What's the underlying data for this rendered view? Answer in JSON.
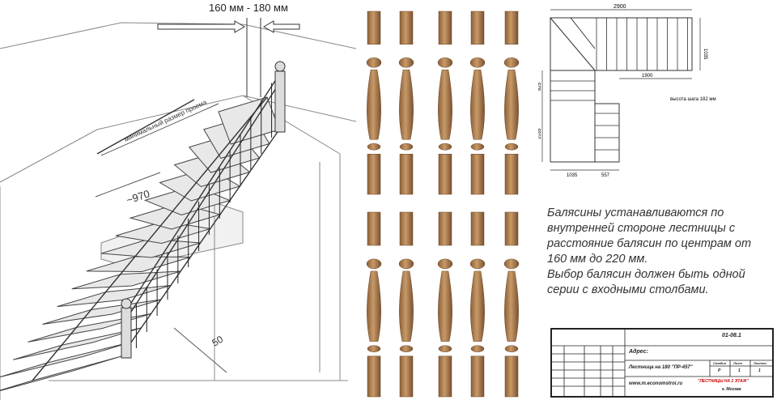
{
  "stair_diagram": {
    "gap_label": "160 мм - 180 мм",
    "min_clearance_label": "минимальный размер проема",
    "width_label": "~970",
    "bottom_label": "50"
  },
  "plan": {
    "top_width": "2900",
    "right_height": "1035",
    "mid_width": "1900",
    "left_height_top": "825",
    "left_height_bottom": "1035",
    "bottom_left": "1035",
    "bottom_right": "557",
    "step_height_note": "высота шага 182 мм"
  },
  "note": {
    "line1": "Балясины устанавливаются по внутренней стороне лестницы с расстояние балясин по центрам от 160 мм до 220 мм.",
    "line2": "Выбор балясин должен быть одной серии с входными столбами."
  },
  "title_block": {
    "code": "01-08.1",
    "address_label": "Адрес:",
    "product": "Лестница на 180 \"ПР-457\"",
    "website": "www.m.economstroi.ru",
    "company": "\"ЛЕСТНИЦЫ НА 2 ЭТАЖ\"",
    "city": "г. Москва",
    "col_stage": "Стадия",
    "col_sheet": "Лист",
    "col_sheets": "Листов",
    "stage_val": "Р",
    "sheet_val": "1",
    "sheets_val": "1"
  }
}
